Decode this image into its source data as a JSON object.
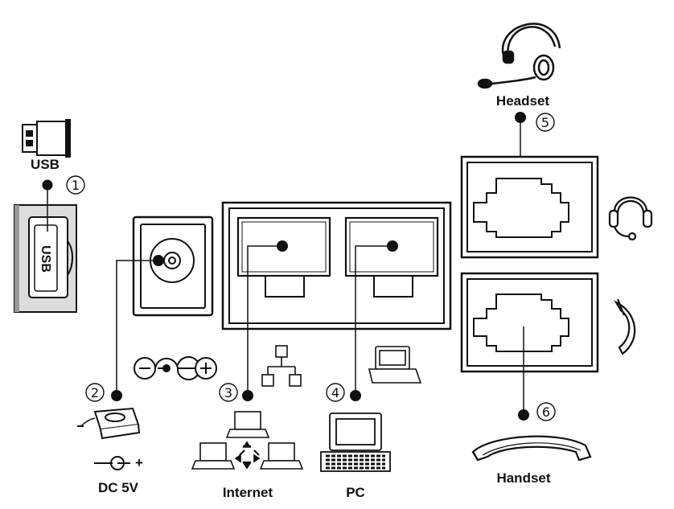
{
  "labels": {
    "usb": "USB",
    "dc": "DC 5V",
    "internet": "Internet",
    "pc": "PC",
    "headset": "Headset",
    "handset": "Handset",
    "usb_port_text": "USB",
    "dc_plus": "+"
  },
  "callouts": [
    {
      "id": "1",
      "text": "1"
    },
    {
      "id": "2",
      "text": "2"
    },
    {
      "id": "3",
      "text": "3"
    },
    {
      "id": "4",
      "text": "4"
    },
    {
      "id": "5",
      "text": "5"
    },
    {
      "id": "6",
      "text": "6"
    }
  ],
  "colors": {
    "line": "#111111",
    "panel": "#ffffff",
    "usb_panel": "#dcdcdc"
  },
  "icons": [
    "usb-plug-icon",
    "power-adapter-icon",
    "polarity-icon",
    "network-icon",
    "computer-icon",
    "laptop-icon",
    "headset-icon",
    "handset-icon"
  ]
}
